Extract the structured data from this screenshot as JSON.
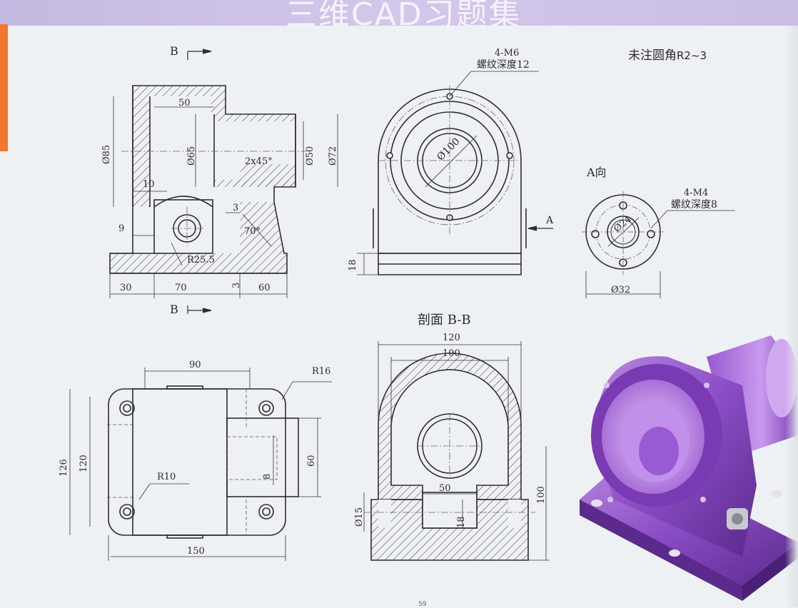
{
  "header": {
    "title": "三维CAD习题集"
  },
  "notes": {
    "fillet_note": "未注圆角",
    "fillet_value": "R2~3",
    "section_arrow_label": "B",
    "section_title": "剖面 B-B",
    "view_a_title": "A向",
    "view_a_arrow": "A",
    "thread_m6_count": "4-M6",
    "thread_m6_depth": "螺纹深度12",
    "thread_m4_count": "4-M4",
    "thread_m4_depth": "螺纹深度8"
  },
  "front_view": {
    "d_50": "50",
    "d_phi85": "Ø85",
    "d_phi65": "Ø65",
    "d_chamfer": "2x45°",
    "d_phi50": "Ø50",
    "d_phi72": "Ø72",
    "d_10": "10",
    "d_3": "3",
    "d_9": "9",
    "d_70deg": "70°",
    "d_r25": "R25.5",
    "d_30": "30",
    "d_70": "70",
    "d_3b": "3",
    "d_60": "60"
  },
  "side_view": {
    "d_phi100": "Ø100",
    "d_18": "18"
  },
  "view_a": {
    "d_phi24": "Ø24",
    "d_phi32": "Ø32"
  },
  "top_view": {
    "d_90": "90",
    "d_r16": "R16",
    "d_126": "126",
    "d_120": "120",
    "d_r10": "R10",
    "d_8": "8",
    "d_60": "60",
    "d_150": "150"
  },
  "section_view": {
    "d_120": "120",
    "d_100": "100",
    "d_50": "50",
    "d_phi15": "Ø15",
    "d_18": "18",
    "d_100v": "100"
  },
  "footer": {
    "page_number": "59"
  }
}
